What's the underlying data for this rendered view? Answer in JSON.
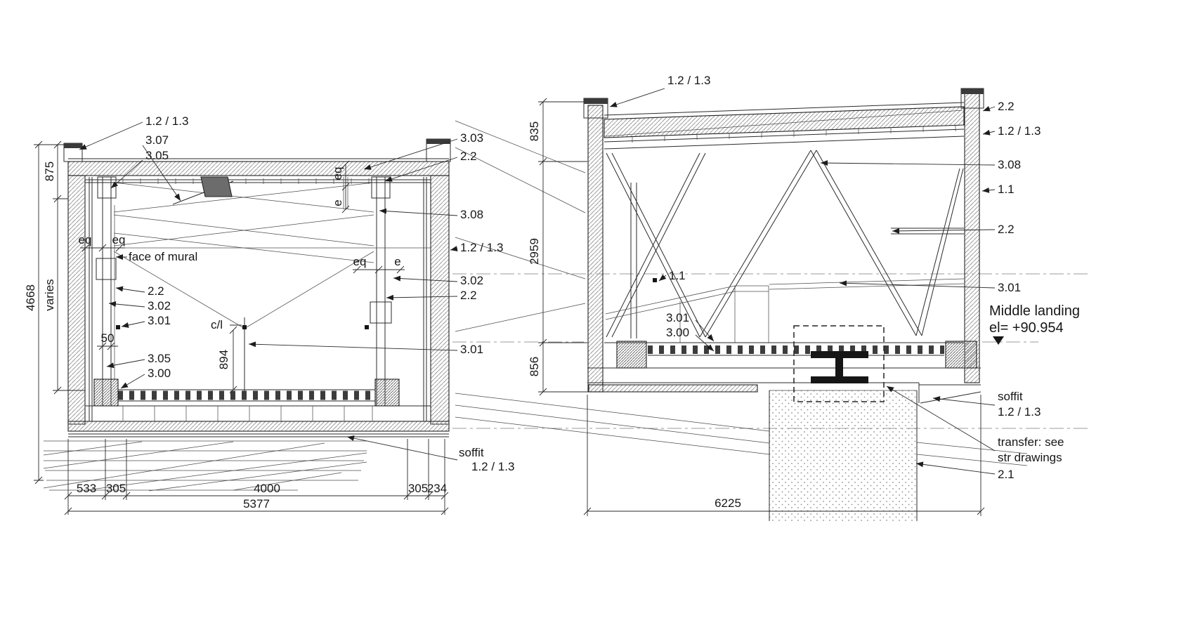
{
  "left_section": {
    "labels": {
      "ref_top_left": "1.2 / 1.3",
      "c_3_07": "3.07",
      "c_3_05_top": "3.05",
      "eq_left_1": "eq",
      "eq_left_2": "eq",
      "face_of_mural": "face of mural",
      "c_2_2_left": "2.2",
      "c_3_02_left": "3.02",
      "c_3_01_left": "3.01",
      "c_3_05_bot": "3.05",
      "c_3_00": "3.00",
      "centerline": "c/l",
      "eq_top_1": "eq",
      "eq_top_2": "e",
      "eq_mid_1": "eq",
      "eq_mid_2": "e",
      "c_3_03": "3.03",
      "c_2_2_right_top": "2.2",
      "c_3_08": "3.08",
      "ref_right": "1.2 / 1.3",
      "c_3_02_right": "3.02",
      "c_2_2_right_mid": "2.2",
      "c_3_01_right": "3.01",
      "soffit": "soffit",
      "soffit_ref": "1.2 / 1.3"
    },
    "dimensions": {
      "d875": "875",
      "varies": "varies",
      "d4668": "4668",
      "d50": "50",
      "d894": "894",
      "d533": "533",
      "d305a": "305",
      "d4000": "4000",
      "d305b": "305",
      "d234": "234",
      "d5377": "5377"
    }
  },
  "right_section": {
    "labels": {
      "ref_top": "1.2 / 1.3",
      "c_2_2_top": "2.2",
      "ref_right_top": "1.2 / 1.3",
      "c_3_08": "3.08",
      "c_1_1_right": "1.1",
      "c_2_2_mid": "2.2",
      "c_1_1_inner": "1.1",
      "c_3_01_inner": "3.01",
      "c_3_00_inner": "3.00",
      "c_3_01_right": "3.01",
      "middle_landing_1": "Middle landing",
      "middle_landing_2": "el= +90.954",
      "soffit": "soffit",
      "soffit_ref": "1.2 / 1.3",
      "transfer_1": "transfer: see",
      "transfer_2": "str drawings",
      "c_2_1": "2.1"
    },
    "dimensions": {
      "d835": "835",
      "d2959": "2959",
      "d856": "856",
      "d6225": "6225"
    }
  }
}
